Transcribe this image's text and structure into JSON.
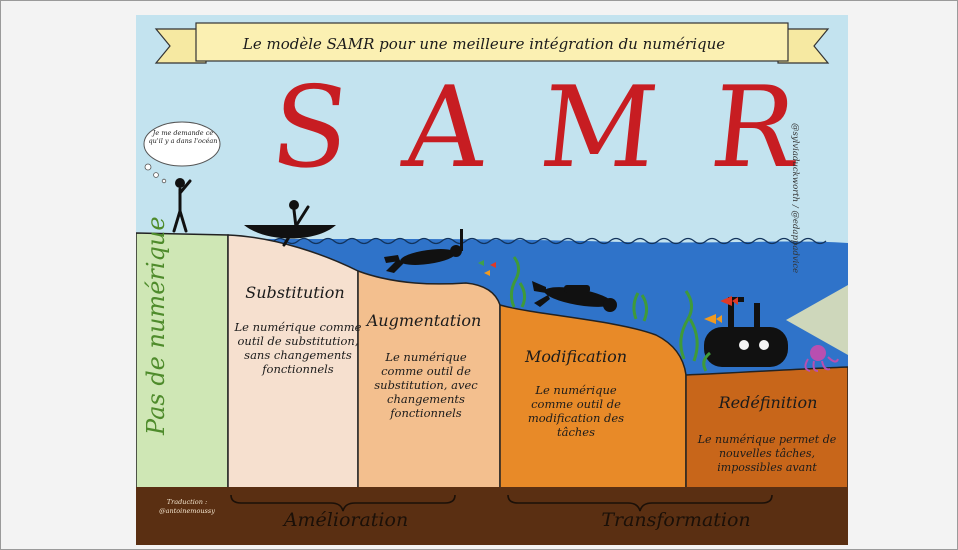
{
  "poster": {
    "title": "Le modèle SAMR pour une meilleure intégration du numérique",
    "acronym": "SAMR",
    "thought_bubble": "Je me demande ce qu'il y a dans l'océan",
    "credit": "@sylviaduckworth / @edappadvice",
    "no_digital_label": "Pas de numérique",
    "levels": [
      {
        "name": "Substitution",
        "description": "Le numérique comme outil de substitution, sans changements fonctionnels"
      },
      {
        "name": "Augmentation",
        "description": "Le numérique comme outil de substitution, avec changements fonctionnels"
      },
      {
        "name": "Modification",
        "description": "Le numérique comme outil de modification des tâches"
      },
      {
        "name": "Redéfinition",
        "description": "Le numérique permet de nouvelles tâches, impossibles avant"
      }
    ],
    "groups": {
      "enhancement": "Amélioration",
      "transformation": "Transformation"
    },
    "translation_credit": "Traduction : @antoinemoussy"
  },
  "colors": {
    "sky": "#c3e3ef",
    "sea": "#2f73c9",
    "samr_red": "#c71d22",
    "no_digital": "#cfe7b5",
    "substitution": "#f6e0cf",
    "augmentation": "#f3bf8e",
    "modification": "#e88a28",
    "redefinition": "#c8661a",
    "ground": "#5a2f12"
  }
}
